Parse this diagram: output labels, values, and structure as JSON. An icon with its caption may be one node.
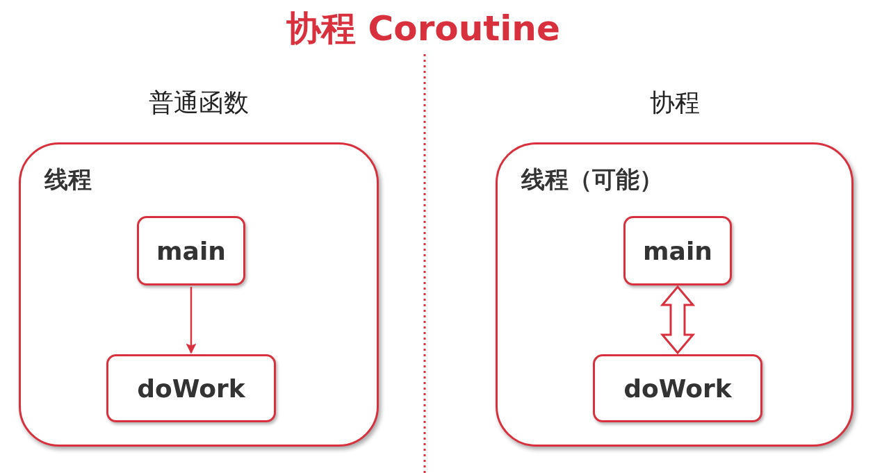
{
  "diagram": {
    "title": "协程 Coroutine",
    "nodes": [
      {
        "text": [
          "普通函数",
          "线程"
        ]
      },
      {
        "text": [
          "main"
        ],
        "in": 0
      },
      {
        "text": [
          "doWork"
        ],
        "in": 0
      },
      {
        "text": [
          "协程",
          "线程（可能）"
        ]
      },
      {
        "text": [
          "main"
        ],
        "in": 3
      },
      {
        "text": [
          "doWork"
        ],
        "in": 3
      }
    ],
    "edges": [
      {
        "from": 1,
        "to": 2,
        "arrow": "to"
      },
      {
        "from": 4,
        "to": 5,
        "arrow": "both",
        "style": "thick"
      }
    ]
  }
}
